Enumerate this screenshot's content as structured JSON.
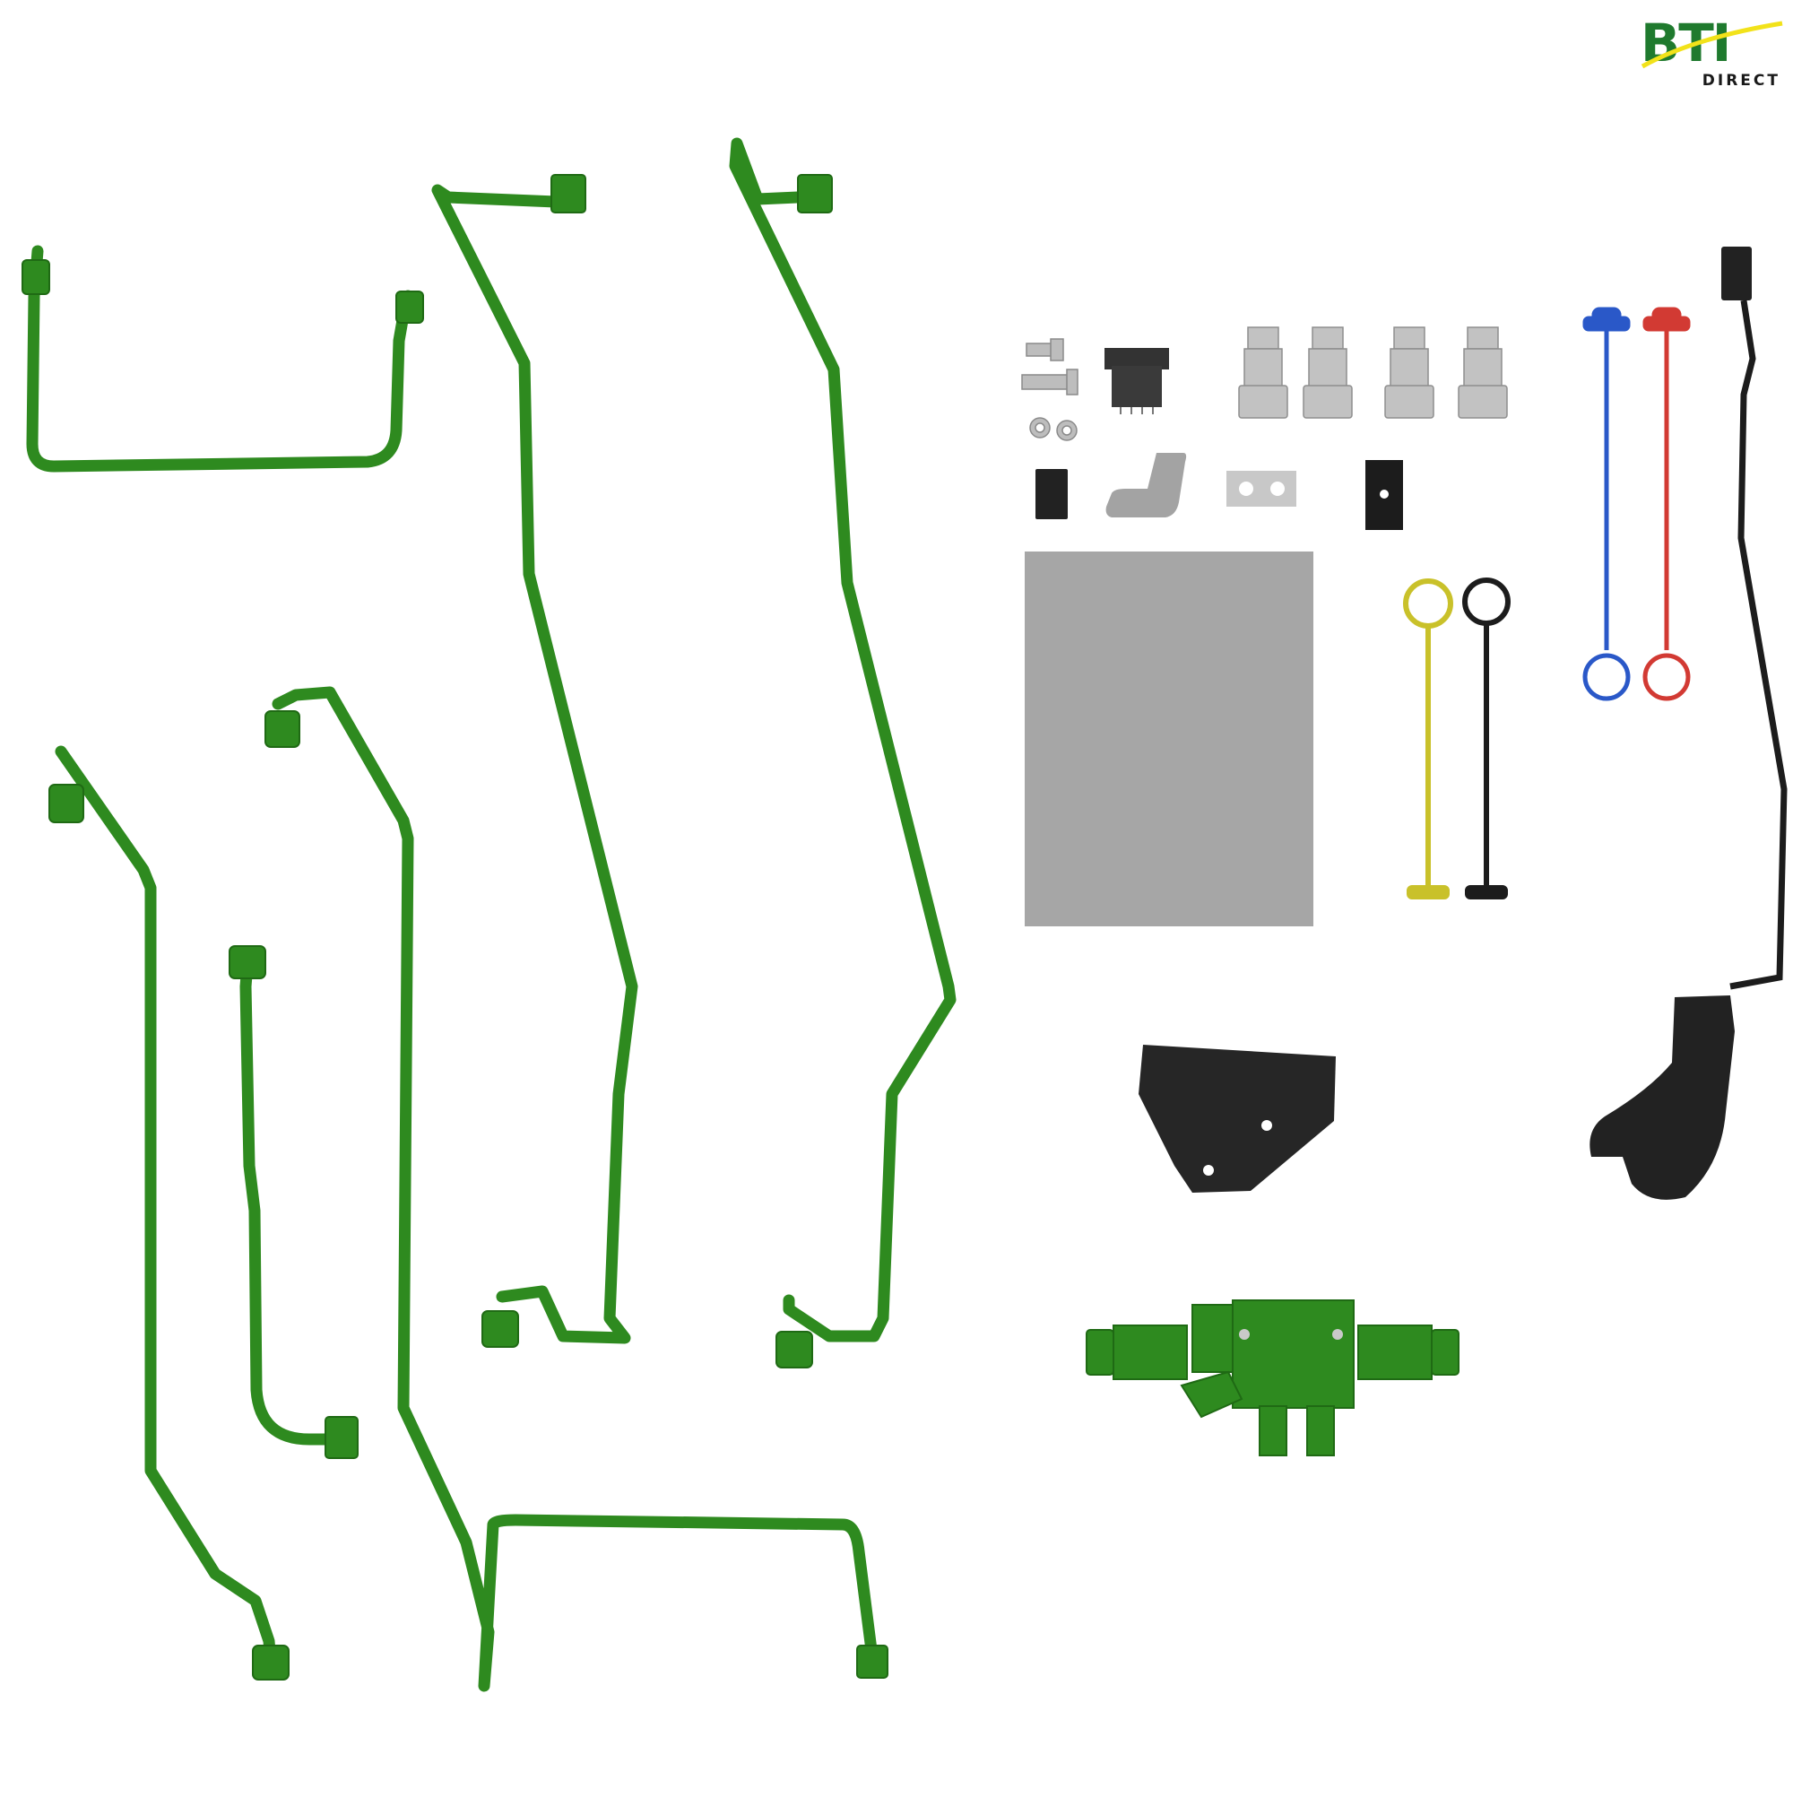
{
  "logo": {
    "brand": "BTI",
    "sub": "DIRECT",
    "colors": {
      "green": "#1f7a2e",
      "yellow": "#f2e21a",
      "text": "#1a1a1a"
    }
  },
  "colors": {
    "tube_green": "#2e8a1f",
    "tube_dark": "#1f6a14",
    "steel": "#b9b9b9",
    "plate_gray": "#a6a6a6",
    "black_part": "#222222",
    "cap_blue": "#2a58c8",
    "cap_red": "#d23a33",
    "cap_yellow": "#c9c12a",
    "cap_black": "#1c1c1c"
  },
  "parts": [
    {
      "id": "tube-1",
      "name": "hydraulic tube U-shape"
    },
    {
      "id": "tube-2",
      "name": "long hydraulic tube"
    },
    {
      "id": "tube-3",
      "name": "long hydraulic tube"
    },
    {
      "id": "tube-4",
      "name": "hydraulic tube bent"
    },
    {
      "id": "tube-5",
      "name": "short hydraulic tube"
    },
    {
      "id": "tube-6",
      "name": "long hydraulic tube U-bottom"
    },
    {
      "id": "bolts",
      "name": "bolts and washers"
    },
    {
      "id": "relay",
      "name": "relay"
    },
    {
      "id": "couplers",
      "name": "quick couplers",
      "count": 4
    },
    {
      "id": "blue-cap",
      "name": "blue dust cap"
    },
    {
      "id": "red-cap",
      "name": "red dust cap"
    },
    {
      "id": "harness",
      "name": "wiring harness with connector"
    },
    {
      "id": "pads",
      "name": "small pads and brackets"
    },
    {
      "id": "plate",
      "name": "gray sheet plate"
    },
    {
      "id": "yellow-cap",
      "name": "yellow dust cap"
    },
    {
      "id": "black-cap",
      "name": "black dust cap"
    },
    {
      "id": "bracket",
      "name": "black mounting bracket"
    },
    {
      "id": "joystick",
      "name": "joystick handle"
    },
    {
      "id": "valve",
      "name": "green hydraulic valve"
    }
  ]
}
